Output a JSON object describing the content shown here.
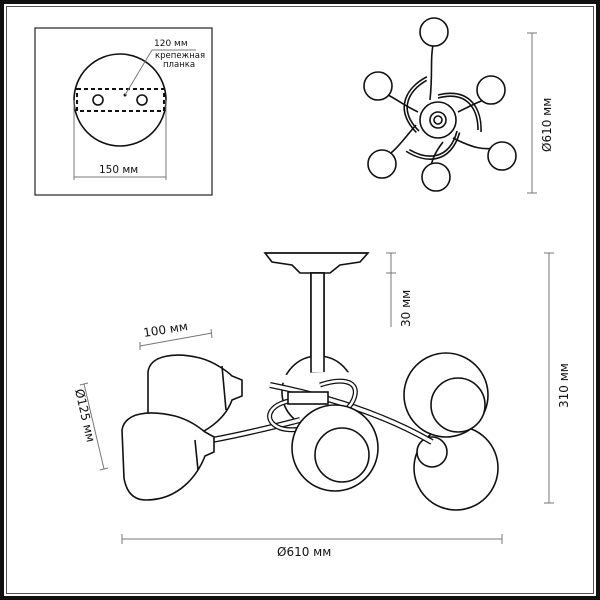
{
  "mount_plate": {
    "width_label": "150 мм",
    "strip_label": "120 мм",
    "strip_caption_line1": "крепежная",
    "strip_caption_line2": "планка"
  },
  "top_view": {
    "diameter_label": "Ø610 мм",
    "arms": 6
  },
  "side_view": {
    "canopy_height_label": "30 мм",
    "total_height_label": "310 мм",
    "arm_length_label": "100 мм",
    "shade_diameter_label": "Ø125 мм",
    "overall_diameter_label": "Ø610 мм"
  },
  "colors": {
    "line": "#111111",
    "dimension_line": "#777777",
    "background": "#ffffff"
  }
}
